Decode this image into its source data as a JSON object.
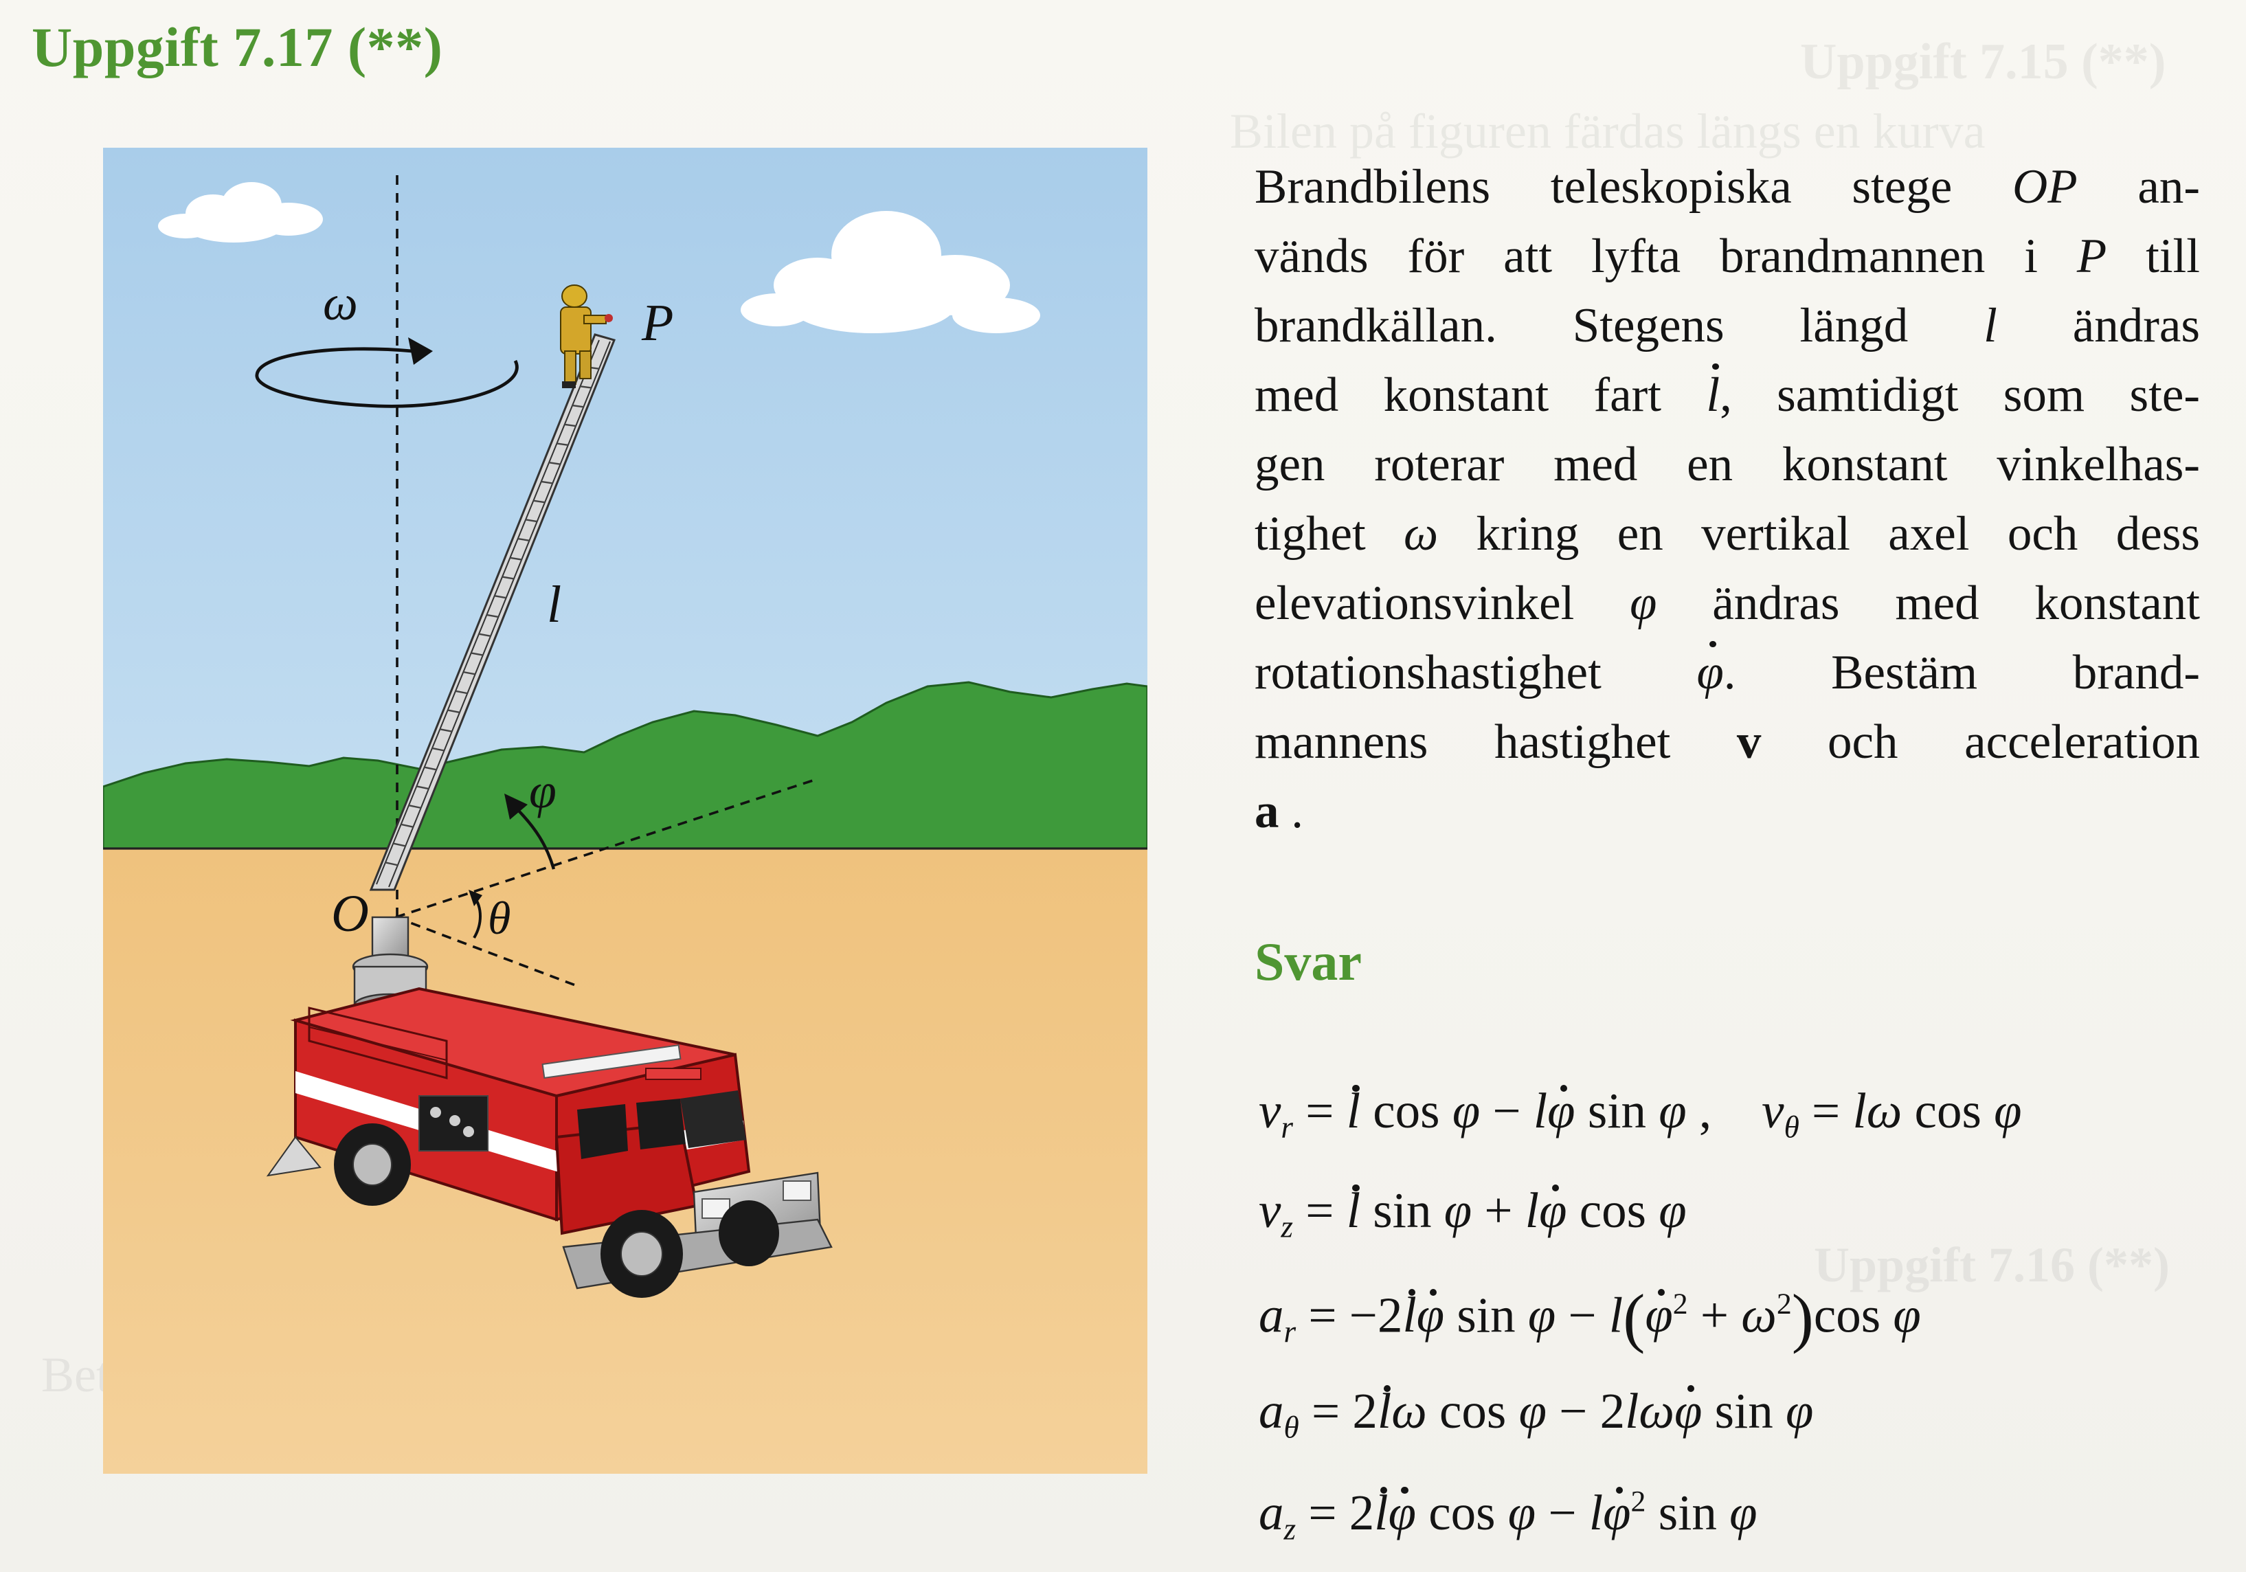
{
  "header": {
    "title": "Uppgift 7.17 (**)"
  },
  "figure": {
    "labels": {
      "omega": "ω",
      "P": "P",
      "l": "l",
      "phi": "φ",
      "O": "O",
      "theta": "θ"
    }
  },
  "problem": {
    "lines": [
      [
        "Brandbilens teleskopiska stege ",
        {
          "it": "OP"
        },
        " an-"
      ],
      [
        "vänds för att lyfta brandmannen i ",
        {
          "it": "P"
        },
        " till"
      ],
      [
        "brandkällan. Stegens längd ",
        {
          "it": "l"
        },
        " ändras"
      ],
      [
        "med konstant fart ",
        {
          "dot": "l"
        },
        ", samtidigt som ste-"
      ],
      [
        "gen roterar med en konstant vinkelhas-"
      ],
      [
        "tighet ",
        {
          "it": "ω"
        },
        " kring en vertikal axel och dess"
      ],
      [
        "elevationsvinkel ",
        {
          "it": "φ"
        },
        " ändras med konstant"
      ],
      [
        "rotationshastighet ",
        {
          "dot": "φ"
        },
        ". Bestäm brand-"
      ],
      [
        "mannens hastighet ",
        {
          "bf": "v"
        },
        " och acceleration"
      ],
      [
        {
          "bf": "a"
        },
        " ."
      ]
    ]
  },
  "answer": {
    "heading": "Svar",
    "equations": [
      "v_r = l̇ cos φ − l φ̇ sin φ ,   v_θ = l ω cos φ",
      "v_z = l̇ sin φ + l φ̇ cos φ",
      "a_r = −2 l̇ φ̇ sin φ − l (φ̇² + ω²) cos φ",
      "a_θ = 2 l̇ ω cos φ − 2 l ω φ̇ sin φ",
      "a_z = 2 l̇ φ̇ cos φ − l φ̇² sin φ"
    ]
  },
  "colors": {
    "heading_green": "#4f9632",
    "sky": "#b3d3ec",
    "hills": "#3f9a3c",
    "ground": "#efc582",
    "truck_red": "#cc1f1f"
  }
}
